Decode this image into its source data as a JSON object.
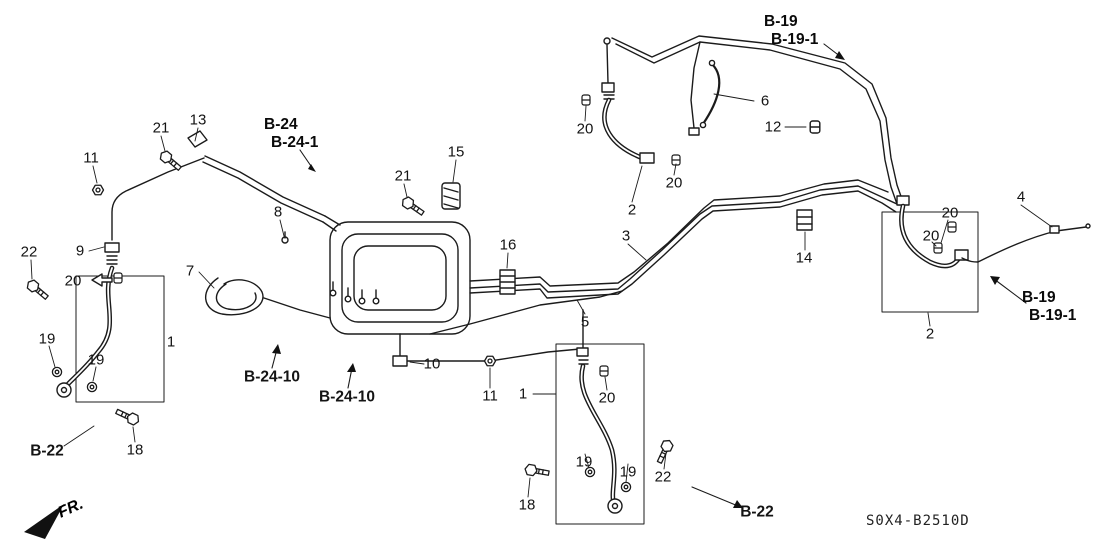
{
  "diagram": {
    "code": "S0X4-B2510D",
    "fr_label": "FR."
  },
  "callouts": [
    "21",
    "13",
    "11",
    "9",
    "22",
    "20",
    "19",
    "19",
    "1",
    "18",
    "7",
    "8",
    "21",
    "15",
    "16",
    "10",
    "11",
    "5",
    "3",
    "2",
    "20",
    "20",
    "6",
    "12",
    "14",
    "1",
    "20",
    "19",
    "19",
    "18",
    "22",
    "2",
    "20",
    "20",
    "4"
  ],
  "refs": {
    "b19_top_line1": "B-19",
    "b19_top_line2": "B-19-1",
    "b24_line1": "B-24",
    "b24_line2": "B-24-1",
    "b24_10_a": "B-24-10",
    "b24_10_b": "B-24-10",
    "b22_left": "B-22",
    "b22_bottom": "B-22",
    "b19_right_line1": "B-19",
    "b19_right_line2": "B-19-1"
  }
}
